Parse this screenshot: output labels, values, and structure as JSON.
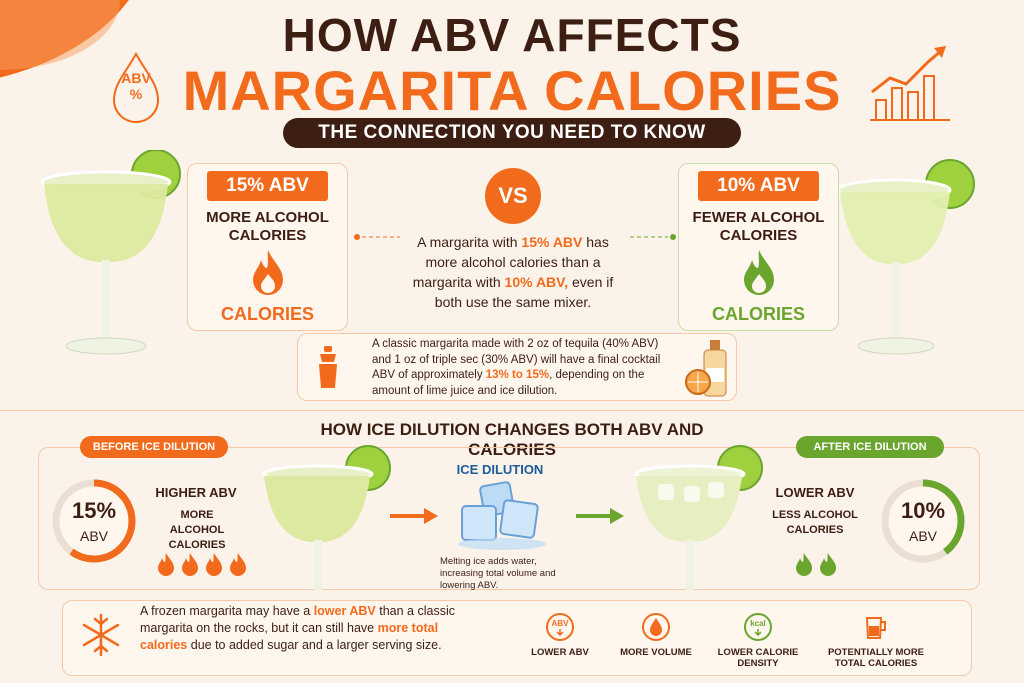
{
  "header": {
    "title_line1": "HOW ABV AFFECTS",
    "title_line2": "MARGARITA CALORIES",
    "subtitle": "THE CONNECTION YOU NEED TO KNOW",
    "drop_label": "ABV\n%"
  },
  "comparison": {
    "left": {
      "abv": "15% ABV",
      "caption": "MORE ALCOHOL CALORIES",
      "calories_label": "CALORIES"
    },
    "right": {
      "abv": "10% ABV",
      "caption": "FEWER ALCOHOL CALORIES",
      "calories_label": "CALORIES"
    },
    "vs_label": "VS",
    "middle_text": {
      "part1": "A margarita with ",
      "hl1": "15% ABV",
      "part2": " has more alcohol calories than a margarita with ",
      "hl2": "10% ABV,",
      "part3": " even if both use the same mixer."
    }
  },
  "info": {
    "part1": "A classic margarita made with 2 oz of tequila (40% ABV) and 1 oz of triple sec (30% ABV) will have a final cocktail ABV of approximately ",
    "hl": "13% to 15%",
    "part2": ", depending on the amount of lime juice and ice dilution."
  },
  "dilution": {
    "section_title": "HOW ICE DILUTION CHANGES BOTH ABV AND CALORIES",
    "before_tag": "BEFORE ICE DILUTION",
    "after_tag": "AFTER ICE DILUTION",
    "before": {
      "value": "15%",
      "unit": "ABV",
      "level": 0.6,
      "caption": "HIGHER ABV",
      "sub": "MORE ALCOHOL CALORIES"
    },
    "after": {
      "value": "10%",
      "unit": "ABV",
      "level": 0.4,
      "caption": "LOWER ABV",
      "sub": "LESS ALCOHOL CALORIES"
    },
    "ice_title": "ICE DILUTION",
    "ice_note": "Melting ice adds water, increasing total volume and lowering ABV."
  },
  "frozen": {
    "part1": "A frozen margarita may have a ",
    "hl1": "lower ABV",
    "part2": " than a classic margarita on the rocks, but it can still have ",
    "hl2": "more total calories",
    "part3": " due to added sugar and a larger serving size.",
    "icons": [
      {
        "name": "abv-down-icon",
        "label": "LOWER ABV",
        "glyph": "ABV"
      },
      {
        "name": "drop-icon",
        "label": "MORE VOLUME",
        "glyph": ""
      },
      {
        "name": "kcal-icon",
        "label": "LOWER CALORIE DENSITY",
        "glyph": "kcal"
      },
      {
        "name": "cup-icon",
        "label": "POTENTIALLY MORE TOTAL CALORIES",
        "glyph": ""
      }
    ]
  },
  "colors": {
    "orange": "#f26b1d",
    "green": "#6aa52e",
    "dark": "#3d1e12",
    "blue": "#1d5b9a"
  }
}
